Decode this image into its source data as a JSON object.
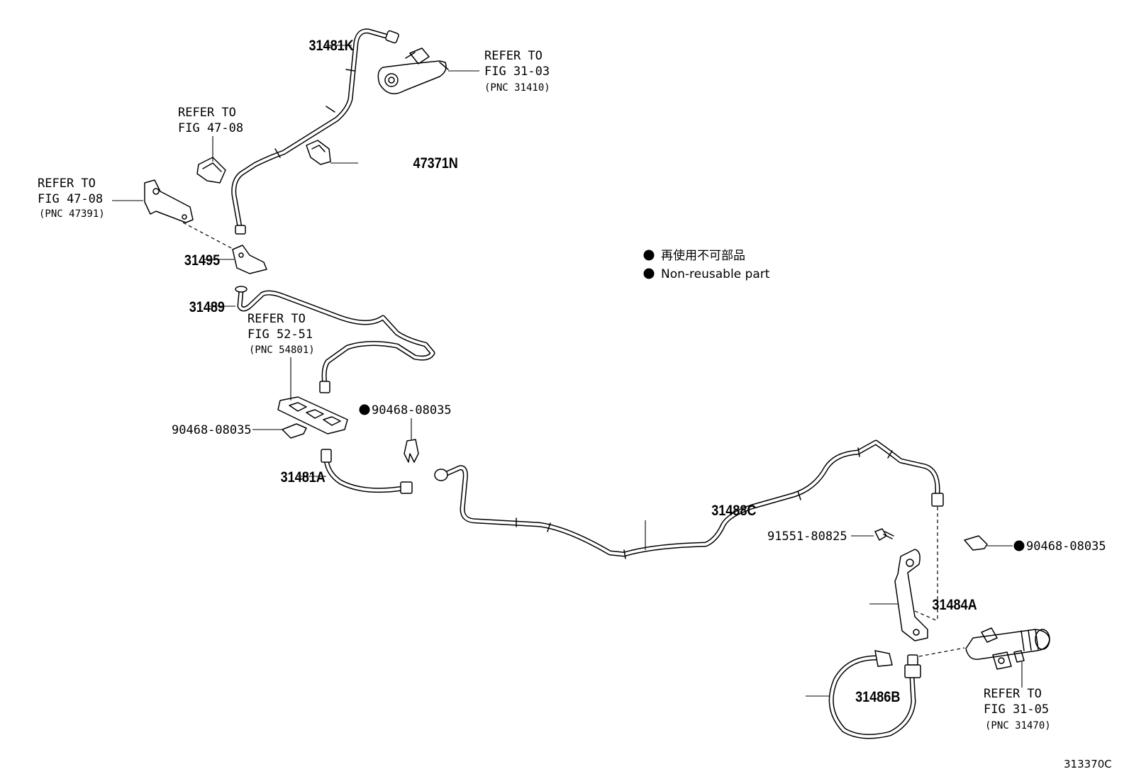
{
  "legend": {
    "japanese": "再使用不可部品",
    "english": "Non-reusable part"
  },
  "callouts": {
    "c31481K": "31481K",
    "c47371N": "47371N",
    "c31495": "31495",
    "c31489": "31489",
    "c31481A": "31481A",
    "c31488C": "31488C",
    "c31484A": "31484A",
    "c31486B": "31486B",
    "c90468_a": "90468-08035",
    "c90468_b": "90468-08035",
    "c90468_c": "90468-08035",
    "c91551": "91551-80825"
  },
  "refs": {
    "r1": {
      "line1": "REFER TO",
      "line2": "FIG 31-03",
      "line3": "(PNC 31410)"
    },
    "r2": {
      "line1": "REFER TO",
      "line2": "FIG 47-08"
    },
    "r3": {
      "line1": "REFER TO",
      "line2": "FIG 47-08",
      "line3": "(PNC 47391)"
    },
    "r4": {
      "line1": "REFER TO",
      "line2": "FIG 52-51",
      "line3": "(PNC 54801)"
    },
    "r5": {
      "line1": "REFER TO",
      "line2": "FIG 31-05",
      "line3": "(PNC 31470)"
    }
  },
  "figure_code": "313370C"
}
